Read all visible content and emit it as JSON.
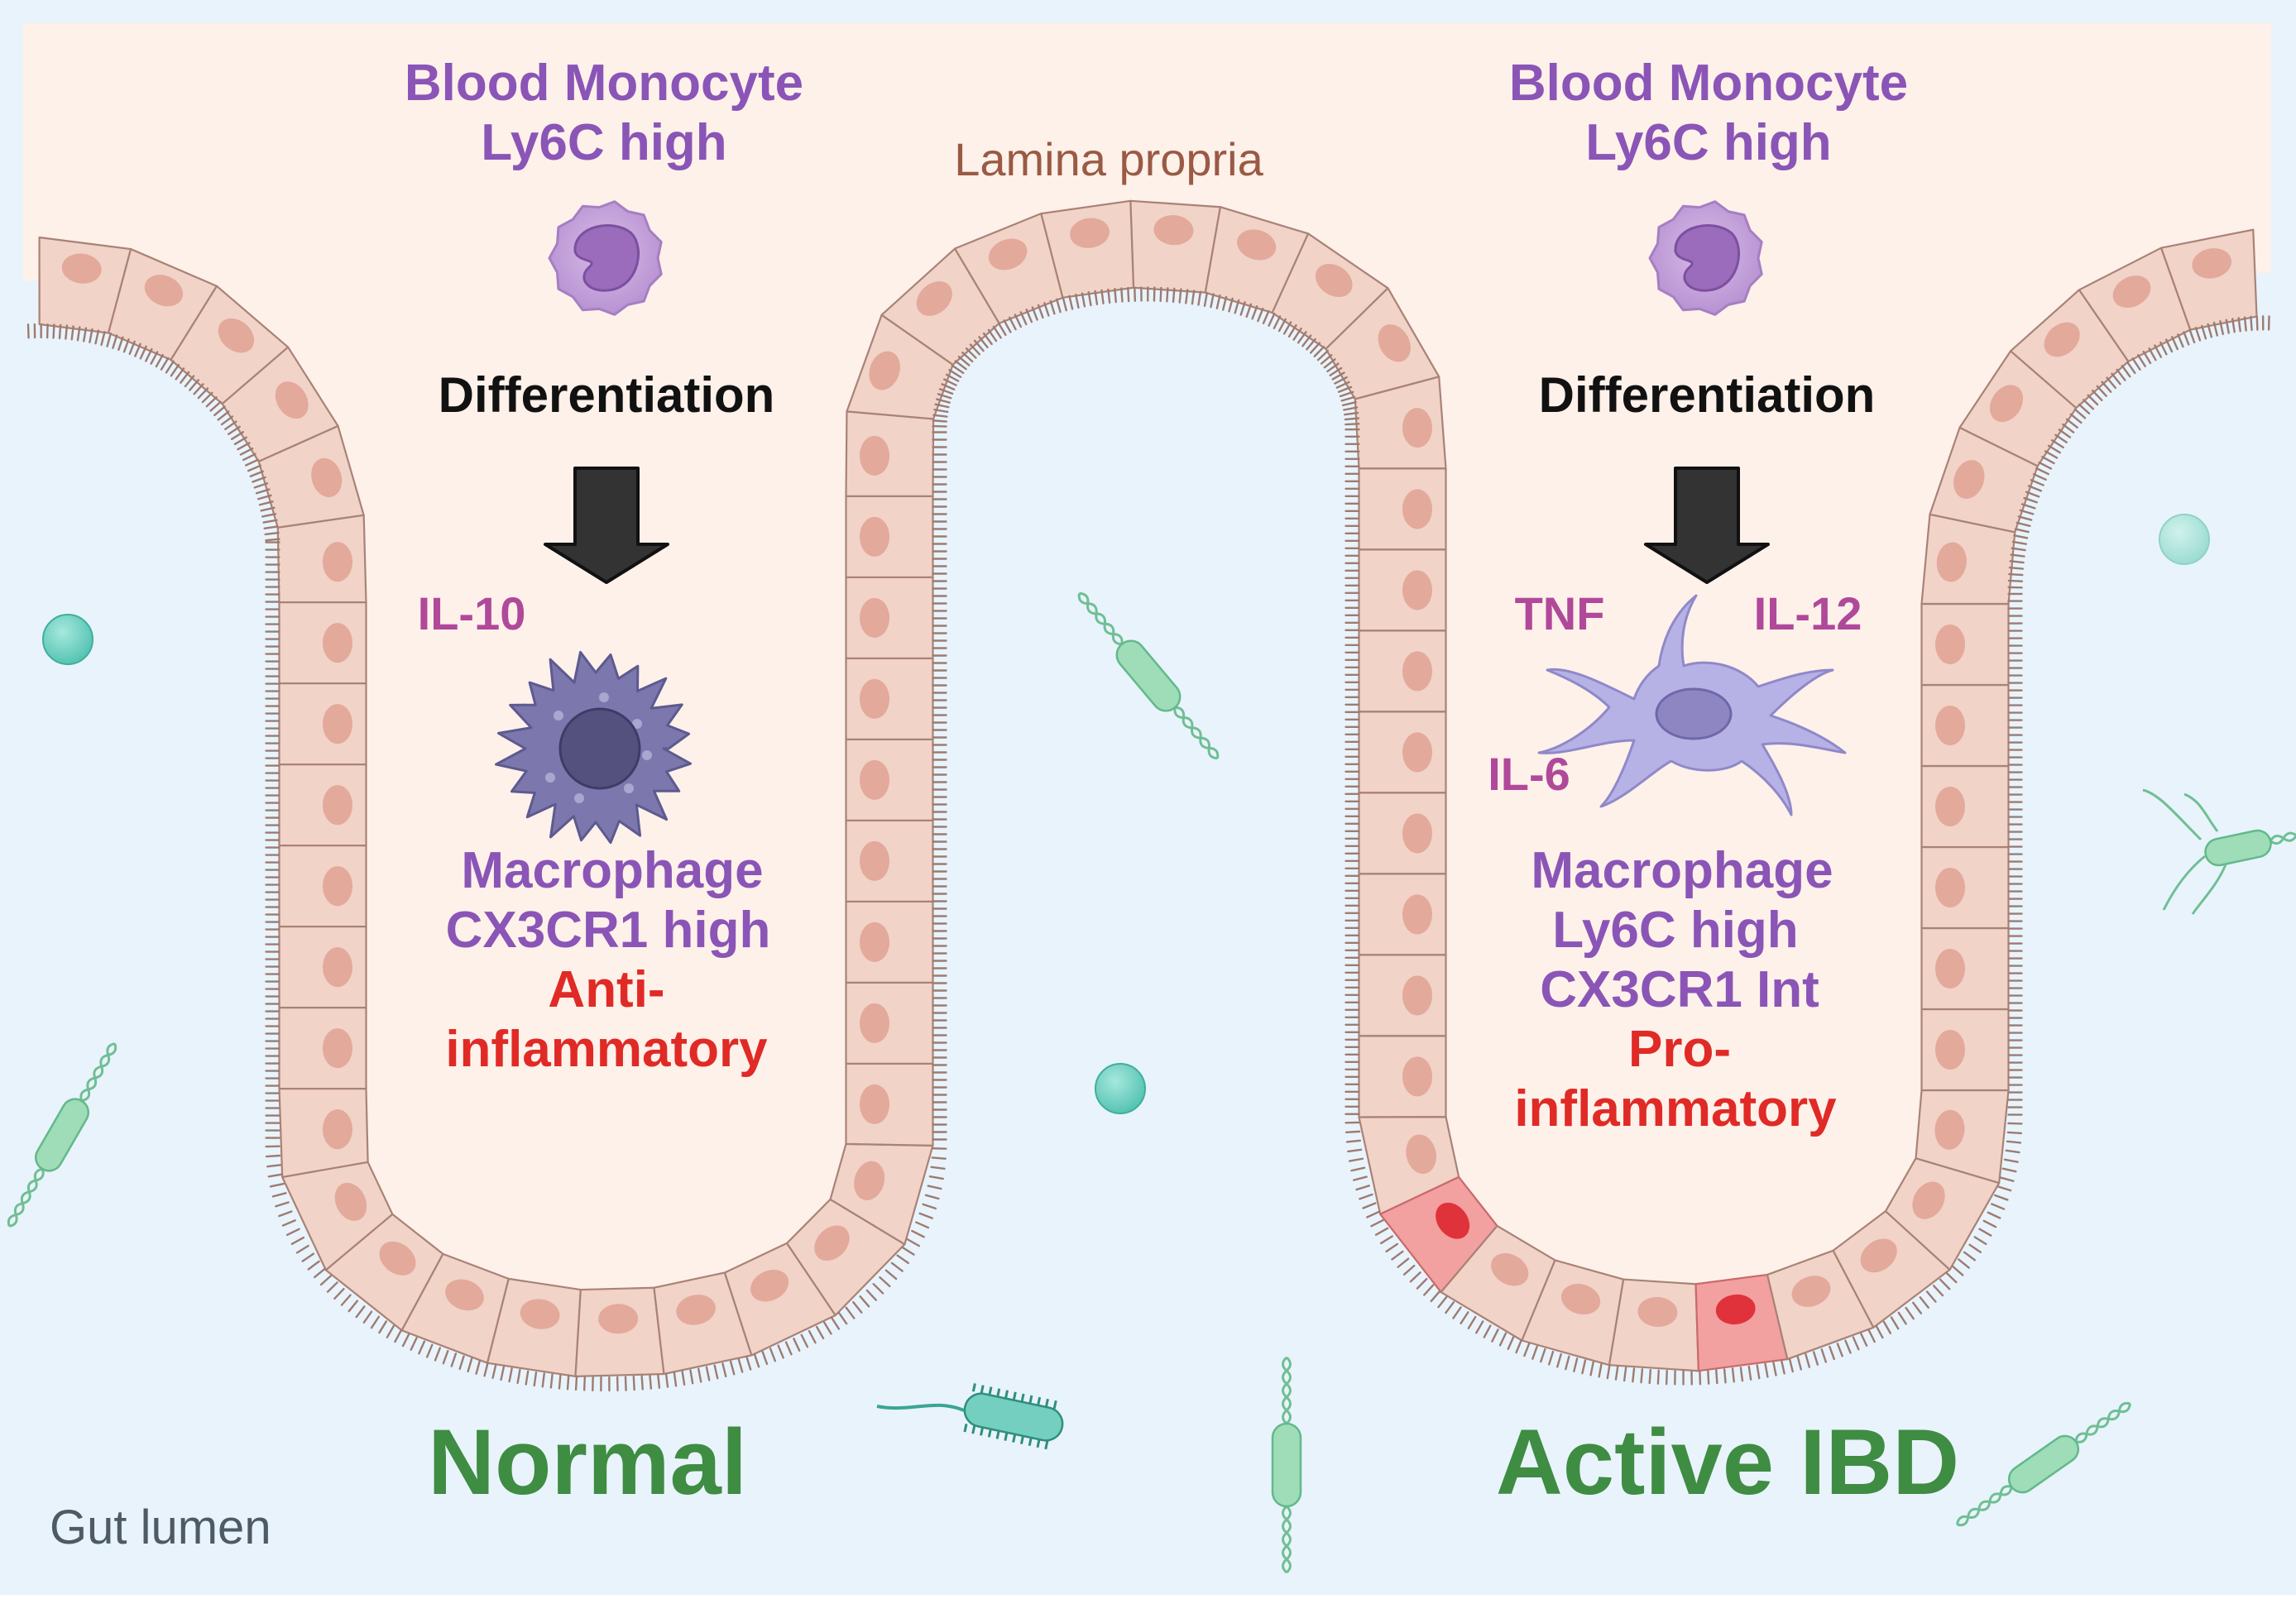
{
  "regions": {
    "lamina_propria": "Lamina propria",
    "gut_lumen": "Gut lumen"
  },
  "left_panel": {
    "monocyte_line1": "Blood Monocyte",
    "monocyte_line2": "Ly6C high",
    "process": "Differentiation",
    "cytokines": [
      "IL-10"
    ],
    "macrophage_line1": "Macrophage",
    "macrophage_line2": "CX3CR1 high",
    "phenotype_line1": "Anti-",
    "phenotype_line2": "inflammatory",
    "condition": "Normal"
  },
  "right_panel": {
    "monocyte_line1": "Blood Monocyte",
    "monocyte_line2": "Ly6C high",
    "process": "Differentiation",
    "cytokines": [
      "TNF",
      "IL-12",
      "IL-6"
    ],
    "macrophage_line1": "Macrophage",
    "macrophage_line2": "Ly6C high",
    "macrophage_line3": "CX3CR1 Int",
    "phenotype_line1": "Pro-",
    "phenotype_line2": "inflammatory",
    "condition": "Active IBD"
  },
  "colors": {
    "lamina_propria_bg": "#fdf1ea",
    "lumen_bg": "#e9f3fb",
    "epithelial_cell": "#f1d3c8",
    "epithelial_outline": "#a98276",
    "nucleus": "#e3a99b",
    "damaged_cell": "#f2a0a0",
    "damaged_nucleus": "#e0323a",
    "monocyte": "#c9a6dd",
    "anti_inflammatory_macrophage": "#7c78ad",
    "pro_inflammatory_macrophage": "#b7b2e6",
    "bacteria": "#9fdcb8",
    "particle": "#7fd6c8",
    "arrow": "#333333",
    "label_purple": "#8a55b6",
    "label_magenta": "#b0499a",
    "label_red": "#e02a26",
    "label_green": "#3f8c43"
  },
  "icons": [
    "monocyte-icon",
    "down-arrow-icon",
    "macrophage-icon",
    "bacteria-icon",
    "particle-icon",
    "epithelial-cell-icon"
  ]
}
